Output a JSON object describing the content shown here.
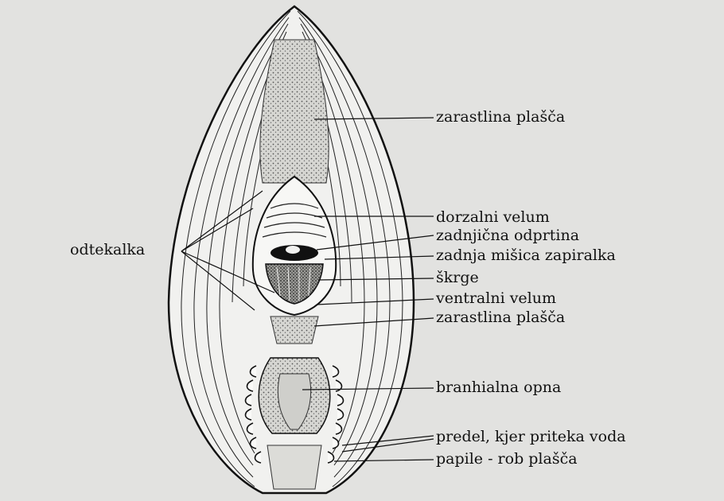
{
  "labels": {
    "zarastlina_top": "zarastlina plašča",
    "dorzalni_velum": "dorzalni velum",
    "zadnjicna_odprtina": "zadnjična odprtina",
    "zadnja_misica": "zadnja mišica zapiralka",
    "skrge": "škrge",
    "ventralni_velum": "ventralni velum",
    "zarastlina_bottom": "zarastlina plašča",
    "odtekalka": "odtekalka",
    "branhialna_opna": "branhialna opna",
    "predel": "predel, kjer priteka voda",
    "papile": "papile - rob plašča"
  },
  "colors": {
    "ink": "#111111",
    "paper": "#e2e2e0",
    "shell": "#f1f1ef"
  }
}
